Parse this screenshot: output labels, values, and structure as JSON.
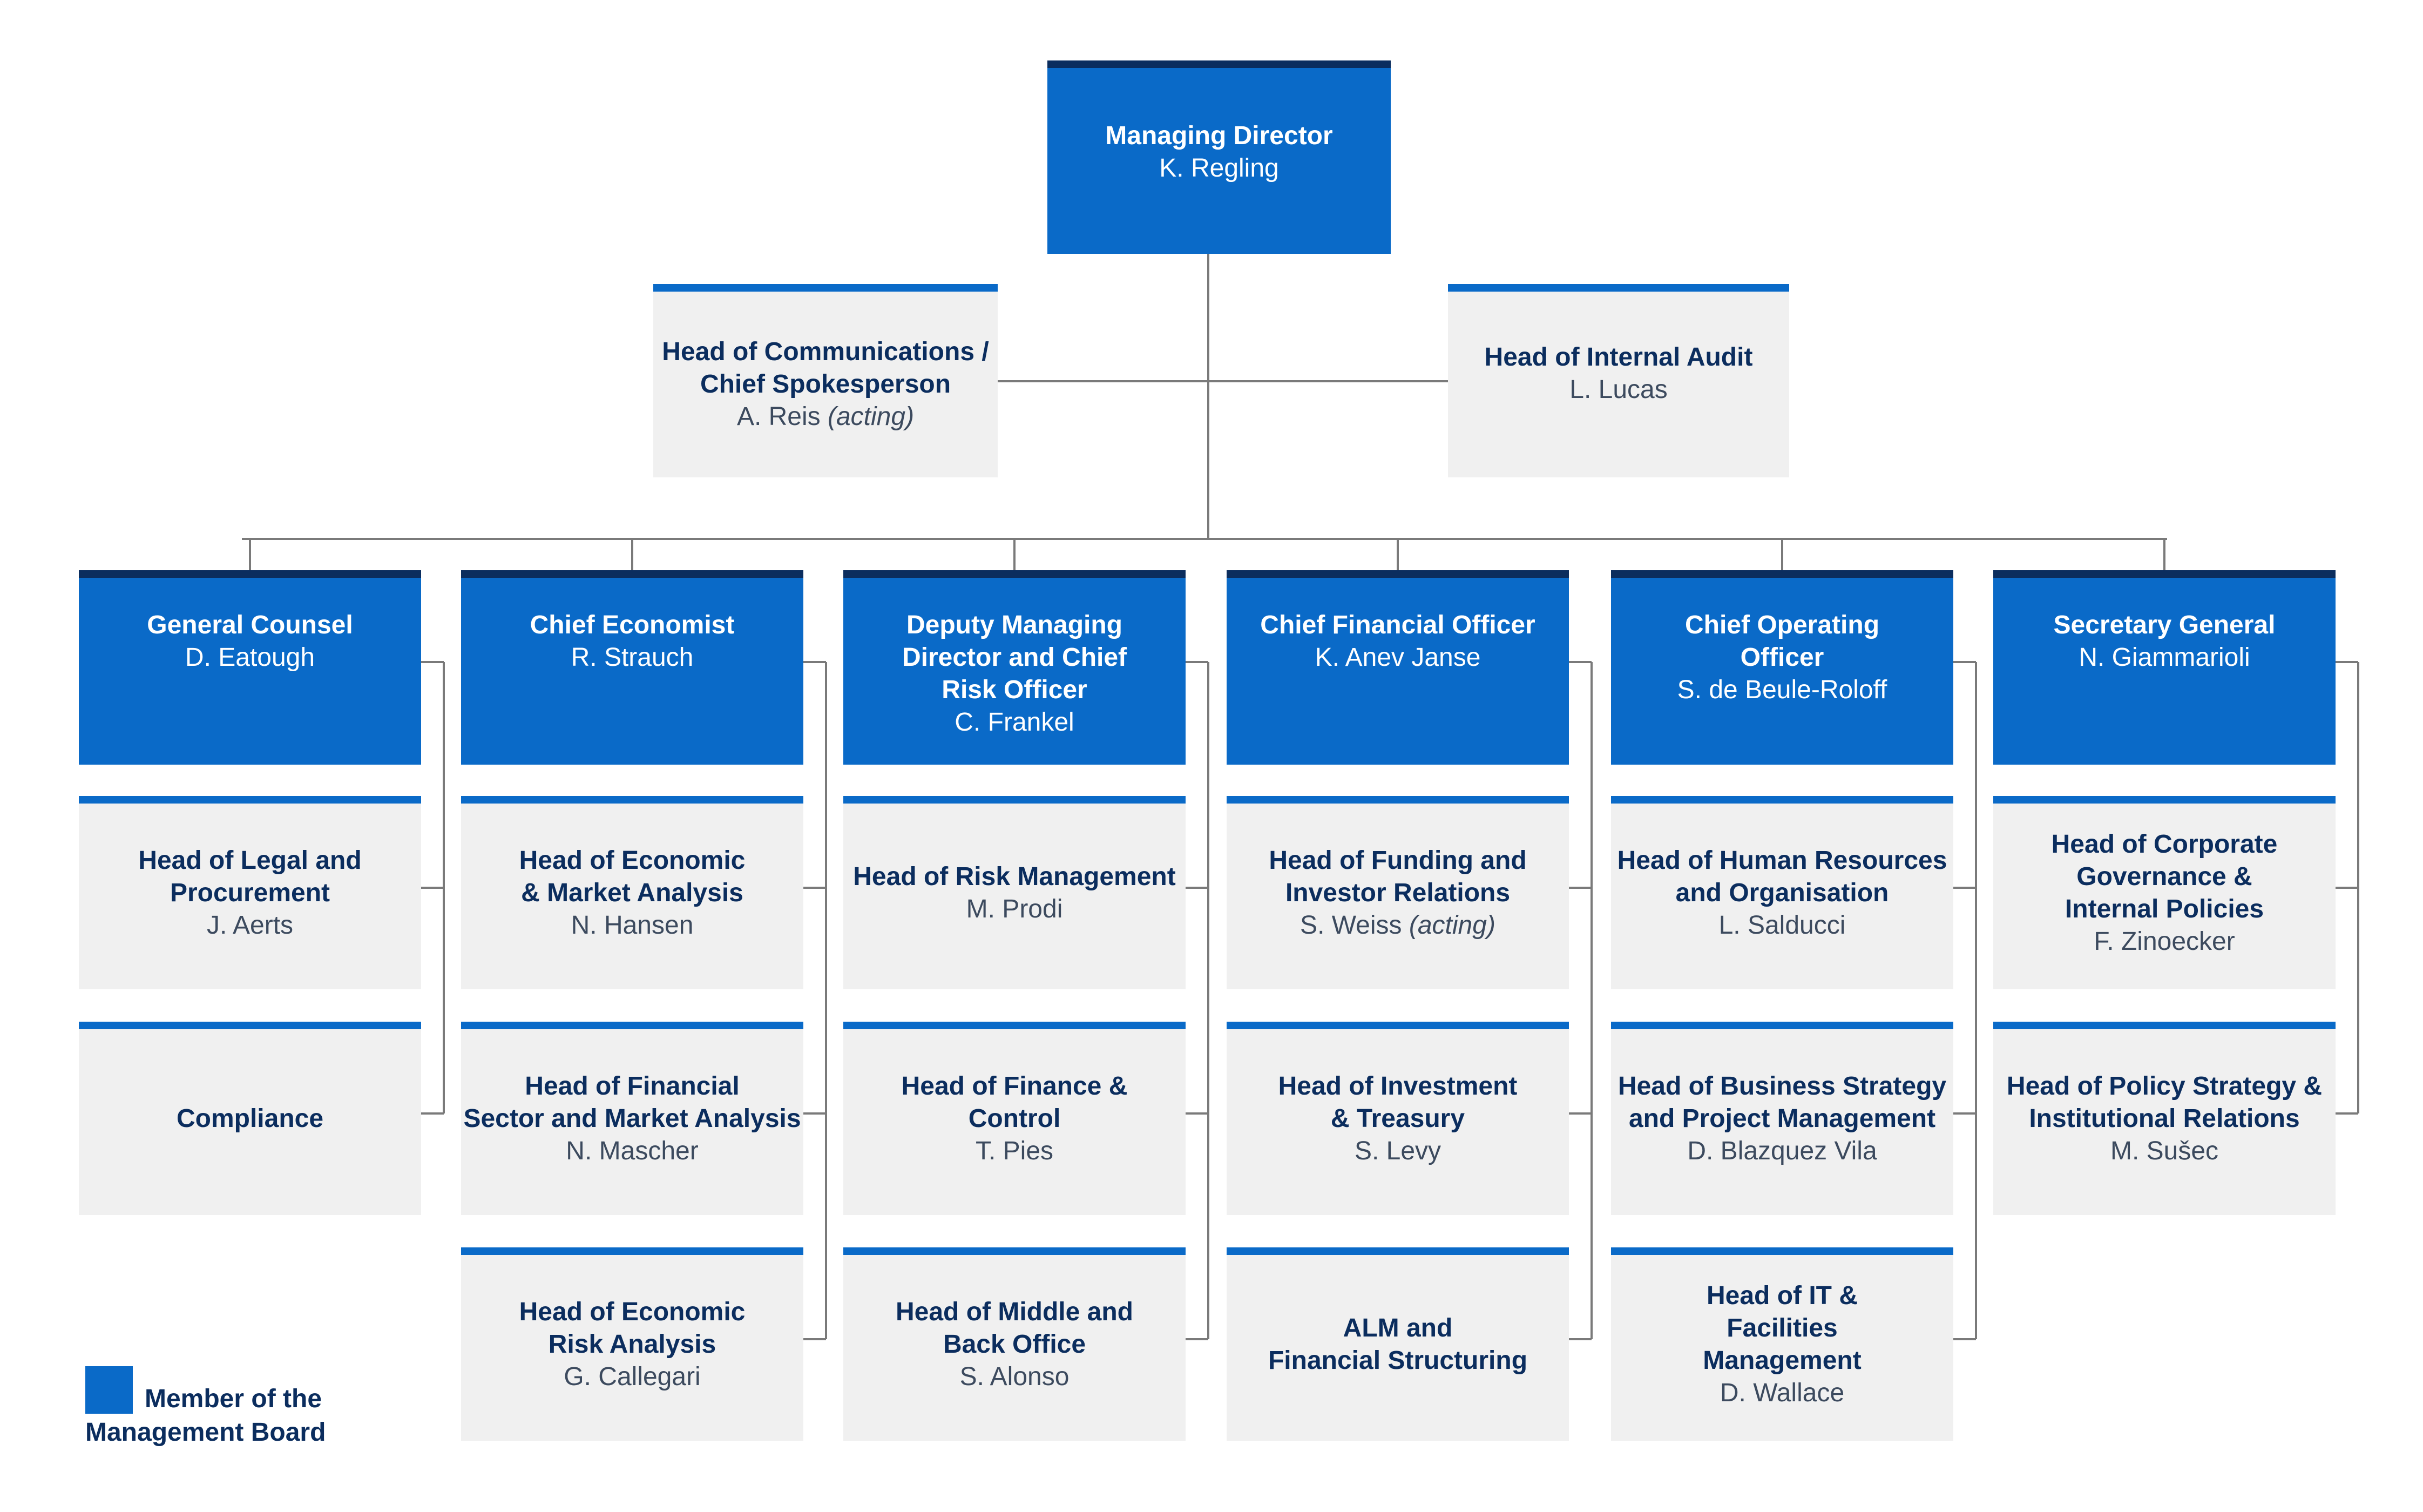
{
  "org": {
    "managing_director": {
      "title": "Managing Director",
      "person": "K. Regling"
    },
    "communications": {
      "title_1": "Head of Communications /",
      "title_2": "Chief Spokesperson",
      "person": "A. Reis",
      "acting": "(acting)"
    },
    "internal_audit": {
      "title": "Head of Internal Audit",
      "person": "L. Lucas"
    },
    "board": [
      {
        "title_lines": [
          "General Counsel"
        ],
        "person": "D. Eatough"
      },
      {
        "title_lines": [
          "Chief Economist"
        ],
        "person": "R. Strauch"
      },
      {
        "title_lines": [
          "Deputy Managing",
          "Director and Chief",
          "Risk Officer"
        ],
        "person": "C. Frankel"
      },
      {
        "title_lines": [
          "Chief Financial Officer"
        ],
        "person": "K. Anev Janse"
      },
      {
        "title_lines": [
          "Chief Operating",
          "Officer"
        ],
        "person": "S. de Beule-Roloff"
      },
      {
        "title_lines": [
          "Secretary General"
        ],
        "person": "N. Giammarioli"
      }
    ],
    "divisions": [
      [
        {
          "title_lines": [
            "Head of Legal and",
            "Procurement"
          ],
          "person": "J. Aerts"
        },
        {
          "title_lines": [
            "Compliance"
          ],
          "person": ""
        }
      ],
      [
        {
          "title_lines": [
            "Head of Economic",
            "& Market Analysis"
          ],
          "person": "N. Hansen"
        },
        {
          "title_lines": [
            "Head of Financial",
            "Sector and Market Analysis"
          ],
          "person": "N. Mascher"
        },
        {
          "title_lines": [
            "Head of Economic",
            "Risk Analysis"
          ],
          "person": "G. Callegari"
        }
      ],
      [
        {
          "title_lines": [
            "Head of Risk Management"
          ],
          "person": "M. Prodi"
        },
        {
          "title_lines": [
            "Head of Finance &",
            "Control"
          ],
          "person": "T. Pies"
        },
        {
          "title_lines": [
            "Head of Middle and",
            "Back Office"
          ],
          "person": "S. Alonso"
        }
      ],
      [
        {
          "title_lines": [
            "Head of Funding and",
            "Investor Relations"
          ],
          "person": "S. Weiss",
          "acting": "(acting)"
        },
        {
          "title_lines": [
            "Head of Investment",
            "& Treasury"
          ],
          "person": "S. Levy"
        },
        {
          "title_lines": [
            "ALM and",
            "Financial Structuring"
          ],
          "person": ""
        }
      ],
      [
        {
          "title_lines": [
            "Head of Human Resources",
            "and Organisation"
          ],
          "person": "L. Salducci"
        },
        {
          "title_lines": [
            "Head of Business Strategy",
            "and Project Management"
          ],
          "person": "D. Blazquez Vila"
        },
        {
          "title_lines": [
            "Head of IT &",
            "Facilities",
            "Management"
          ],
          "person": "D. Wallace"
        }
      ],
      [
        {
          "title_lines": [
            "Head of Corporate",
            "Governance &",
            "Internal Policies"
          ],
          "person": "F. Zinoecker"
        },
        {
          "title_lines": [
            "Head of Policy Strategy &",
            "Institutional Relations"
          ],
          "person": "M. Sušec"
        }
      ]
    ]
  },
  "legend": {
    "line_1": "Member of the",
    "line_2": "Management Board"
  },
  "colors": {
    "board_fill": "#0a6ac8",
    "board_cap": "#0b2d5e",
    "unit_fill": "#f0f0f0",
    "unit_cap": "#0a6ac8",
    "connector": "#7a7a7a",
    "text_dark": "#0b2d5e"
  }
}
